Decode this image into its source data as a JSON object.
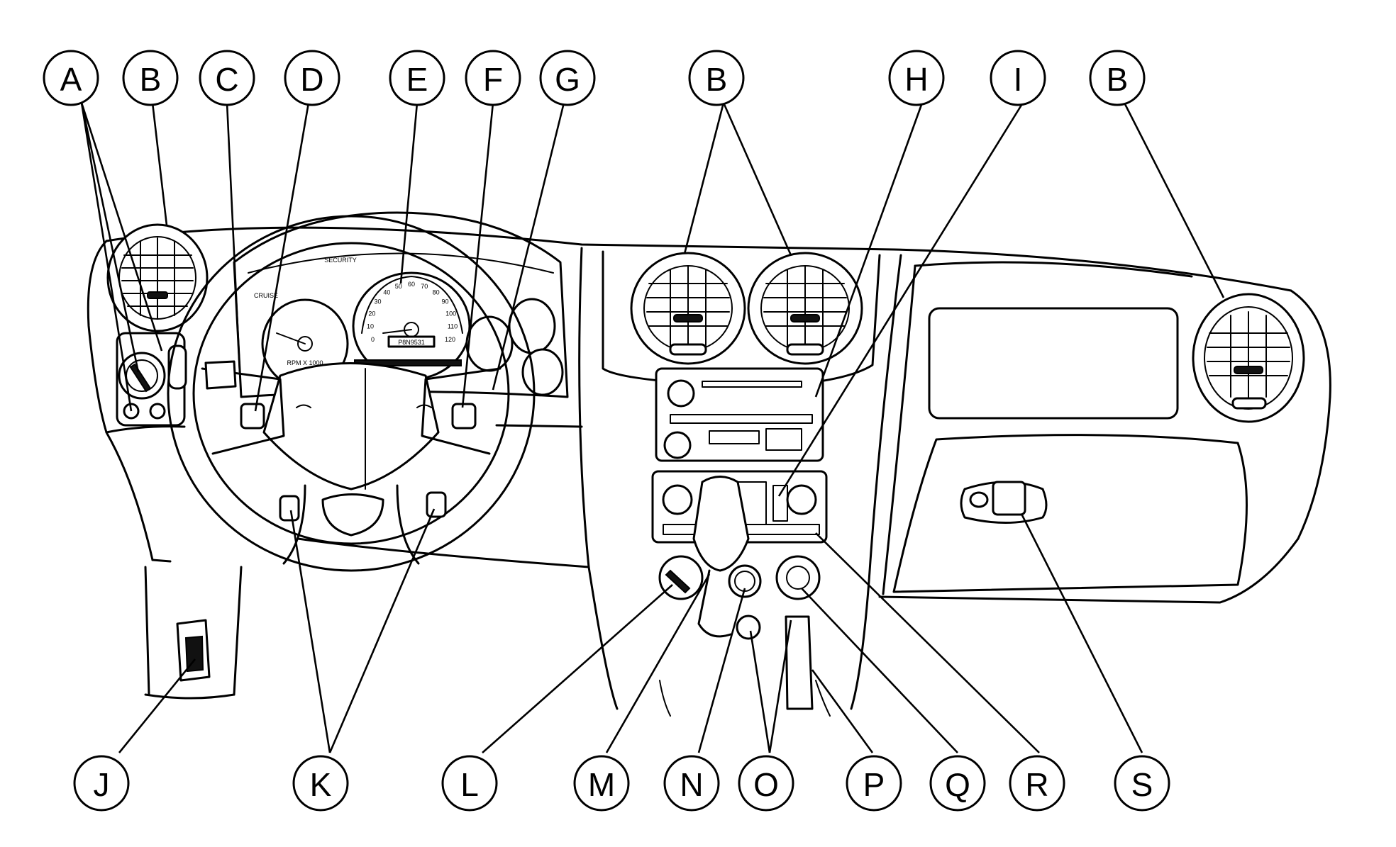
{
  "callouts": [
    {
      "id": "A",
      "label": "A"
    },
    {
      "id": "B1",
      "label": "B"
    },
    {
      "id": "C",
      "label": "C"
    },
    {
      "id": "D",
      "label": "D"
    },
    {
      "id": "E",
      "label": "E"
    },
    {
      "id": "F",
      "label": "F"
    },
    {
      "id": "G",
      "label": "G"
    },
    {
      "id": "B2",
      "label": "B"
    },
    {
      "id": "H",
      "label": "H"
    },
    {
      "id": "I",
      "label": "I"
    },
    {
      "id": "B3",
      "label": "B"
    },
    {
      "id": "J",
      "label": "J"
    },
    {
      "id": "K",
      "label": "K"
    },
    {
      "id": "L",
      "label": "L"
    },
    {
      "id": "M",
      "label": "M"
    },
    {
      "id": "N",
      "label": "N"
    },
    {
      "id": "O",
      "label": "O"
    },
    {
      "id": "P",
      "label": "P"
    },
    {
      "id": "Q",
      "label": "Q"
    },
    {
      "id": "R",
      "label": "R"
    },
    {
      "id": "S",
      "label": "S"
    }
  ],
  "cluster_text": {
    "odometer": "P8N9531",
    "tach_unit": "RPM X 1000",
    "security": "SECURITY",
    "cruise": "CRUISE",
    "speed_marks": [
      "0",
      "10",
      "20",
      "30",
      "40",
      "50",
      "60",
      "70",
      "80",
      "90",
      "100",
      "110",
      "120"
    ]
  }
}
